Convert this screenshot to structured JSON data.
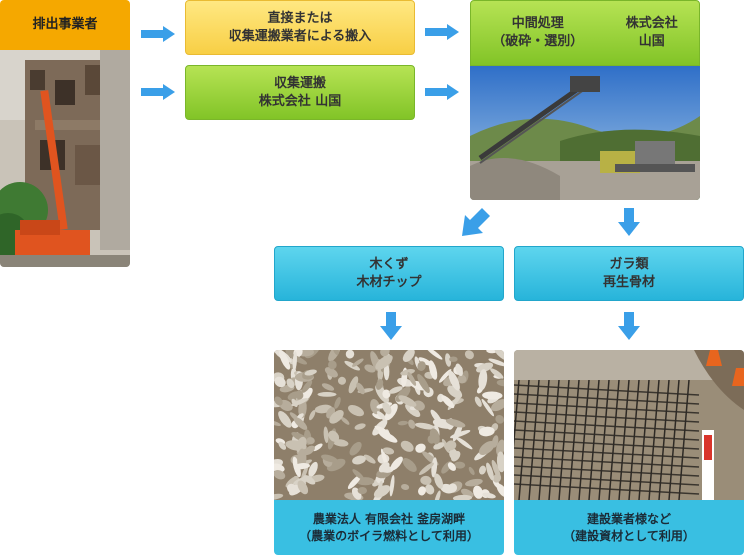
{
  "emitter": {
    "label": "排出事業者"
  },
  "direct_delivery": {
    "line1": "直接または",
    "line2": "収集運搬業者による搬入"
  },
  "collection": {
    "line1": "収集運搬",
    "line2": "株式会社 山国"
  },
  "processing": {
    "left_line1": "中間処理",
    "left_line2": "（破砕・選別）",
    "right_line1": "株式会社",
    "right_line2": "山国"
  },
  "wood": {
    "line1": "木くず",
    "line2": "木材チップ"
  },
  "rubble": {
    "line1": "ガラ類",
    "line2": "再生骨材"
  },
  "wood_dest": {
    "line1": "農業法人 有限会社 釜房湖畔",
    "line2": "（農業のボイラ燃料として利用）"
  },
  "rubble_dest": {
    "line1": "建設業者様など",
    "line2": "（建設資材として利用）"
  },
  "colors": {
    "orange": "#f5a800",
    "yellow": "#f8cf45",
    "green": "#82c427",
    "cyan": "#27b4da",
    "arrow": "#3a9fe8"
  }
}
